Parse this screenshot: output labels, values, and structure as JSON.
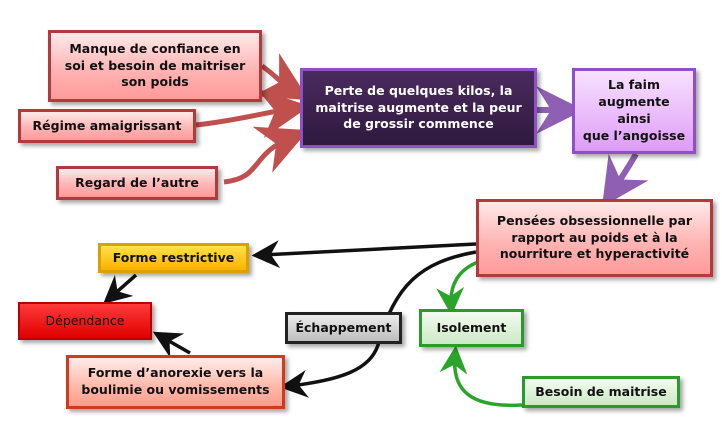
{
  "nodes": {
    "manque": "Manque de confiance en\nsoi et besoin de maitriser\nson poids",
    "regime": "Régime amaigrissant",
    "regard": "Regard de l’autre",
    "perte": "Perte de quelques kilos, la\nmaitrise augmente et la peur\nde grossir commence",
    "faim": "La faim\naugmente ainsi\nque l’angoisse",
    "pensees": "Pensées obsessionnelle par\nrapport au poids et à la\nnourriture et hyperactivité",
    "forme_restrictive": "Forme restrictive",
    "dependance": "Dépendance",
    "echappement": "Échappement",
    "isolement": "Isolement",
    "forme_anorexie": "Forme d’anorexie vers la\nboulimie ou vomissements",
    "besoin": "Besoin de maitrise"
  },
  "colors": {
    "red_arrow": "#c0504d",
    "purple_arrow": "#8e5fb3",
    "black_arrow": "#111111",
    "green_arrow": "#2aa52a"
  }
}
